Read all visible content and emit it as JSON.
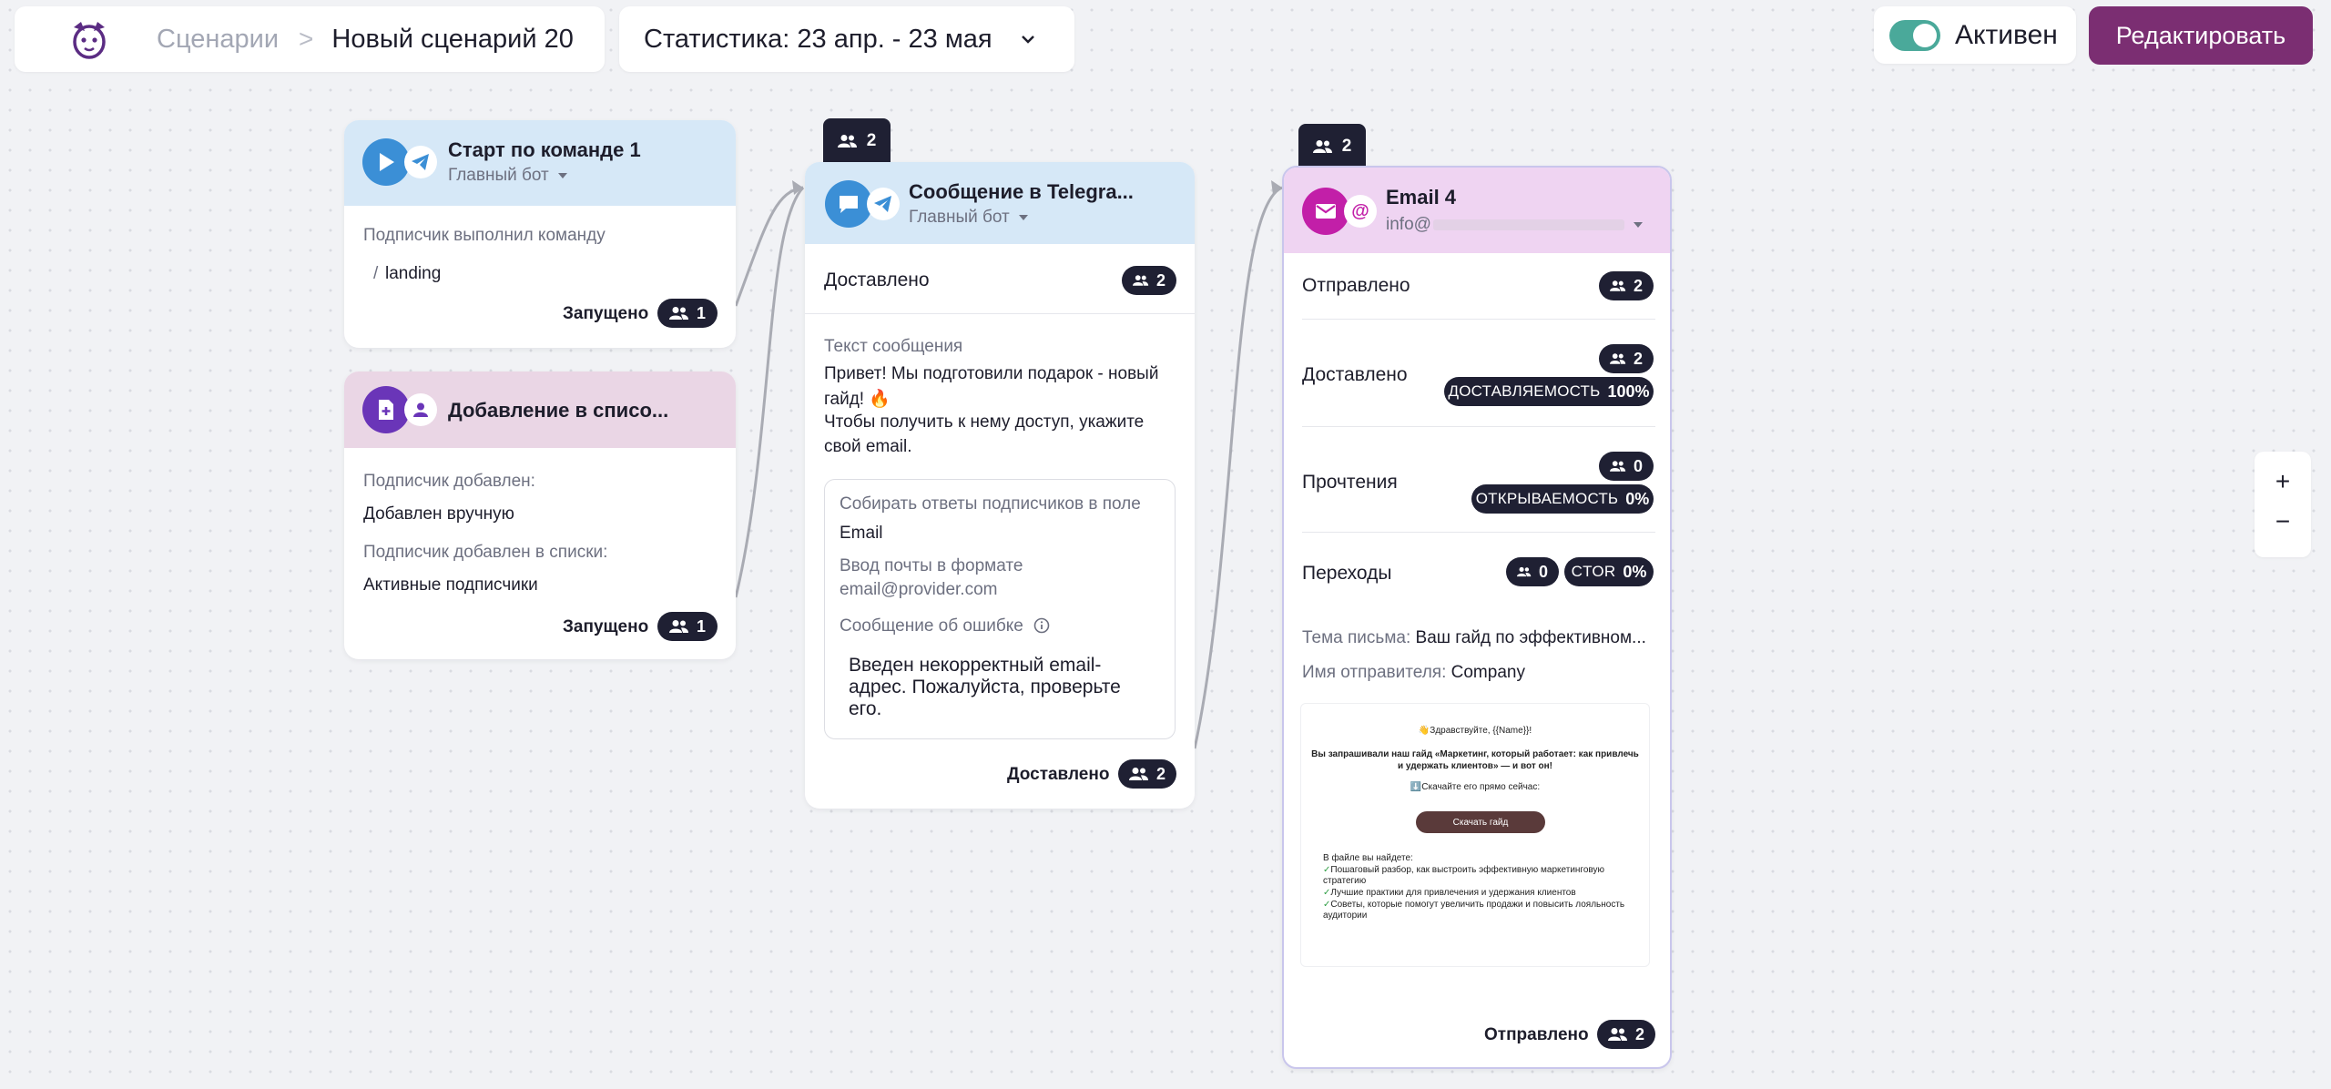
{
  "header": {
    "breadcrumb_prev": "Сценарии",
    "breadcrumb_sep": ">",
    "breadcrumb_current": "Новый сценарий 20",
    "stats_label": "Статистика: 23 апр. - 23 мая",
    "toggle_label": "Активен",
    "toggle_on": true,
    "edit_label": "Редактировать"
  },
  "colors": {
    "accent": "#7b2e72",
    "toggle": "#4aa99a",
    "pill": "#1f2033",
    "telegram_blue": "#3b8fd6",
    "list_purple": "#6a35b8",
    "email_magenta": "#c21fa8"
  },
  "cards": {
    "start": {
      "title": "Старт по команде 1",
      "bot": "Главный бот",
      "condition_label": "Подписчик выполнил команду",
      "command_prefix": "/",
      "command": "landing",
      "status": "Запущено",
      "count": "1"
    },
    "list": {
      "title": "Добавление в списо...",
      "added_label": "Подписчик добавлен:",
      "added_value": "Добавлен вручную",
      "lists_label": "Подписчик добавлен в списки:",
      "lists_value": "Активные подписчики",
      "status": "Запущено",
      "count": "1"
    },
    "telegram": {
      "tab_count": "2",
      "title": "Сообщение в Telegra...",
      "bot": "Главный бот",
      "delivered_label": "Доставлено",
      "delivered_count": "2",
      "message_label": "Текст сообщения",
      "message_line1": "Привет! Мы подготовили подарок - новый",
      "message_line2": "гайд! 🔥",
      "message_line3": "Чтобы получить к нему доступ, укажите",
      "message_line4": "свой email.",
      "collect_label": "Собирать ответы подписчиков в поле",
      "collect_value": "Email",
      "format_line1": "Ввод почты в формате",
      "format_line2": "email@provider.com",
      "error_label": "Сообщение об ошибке",
      "error_line1": "Введен некорректный email-",
      "error_line2": "адрес. Пожалуйста, проверьте",
      "error_line3": "его.",
      "footer_status": "Доставлено",
      "footer_count": "2"
    },
    "email": {
      "tab_count": "2",
      "title": "Email 4",
      "sender_email": "info@",
      "sent_label": "Отправлено",
      "sent_count": "2",
      "delivered_label": "Доставлено",
      "delivered_count": "2",
      "deliverability_label": "ДОСТАВЛЯЕМОСТЬ",
      "deliverability_value": "100%",
      "opens_label": "Прочтения",
      "opens_count": "0",
      "openrate_label": "ОТКРЫВАЕМОСТЬ",
      "openrate_value": "0%",
      "clicks_label": "Переходы",
      "clicks_count": "0",
      "ctor_label": "CTOR",
      "ctor_value": "0%",
      "subject_label": "Тема письма:",
      "subject_value": "Ваш гайд по эффективном...",
      "sender_label": "Имя отправителя:",
      "sender_value": "Company",
      "footer_status": "Отправлено",
      "footer_count": "2",
      "preview": {
        "greeting": "👋Здравствуйте, {{Name}}!",
        "line1": "Вы запрашивали наш гайд «Маркетинг, который работает: как привлечь",
        "line2": "и удержать клиентов» — и вот он!",
        "download_hint": "⬇️Скачайте его прямо сейчас:",
        "button": "Скачать гайд",
        "list_title": "В файле вы найдете:",
        "item1a": "Пошаговый разбор, как выстроить эффективную маркетинговую",
        "item1b": "стратегию",
        "item2": "Лучшие практики для привлечения и удержания клиентов",
        "item3a": "Советы, которые помогут увеличить продажи и повысить лояльность",
        "item3b": "аудитории"
      }
    }
  },
  "zoom": {
    "plus": "+",
    "minus": "−"
  }
}
